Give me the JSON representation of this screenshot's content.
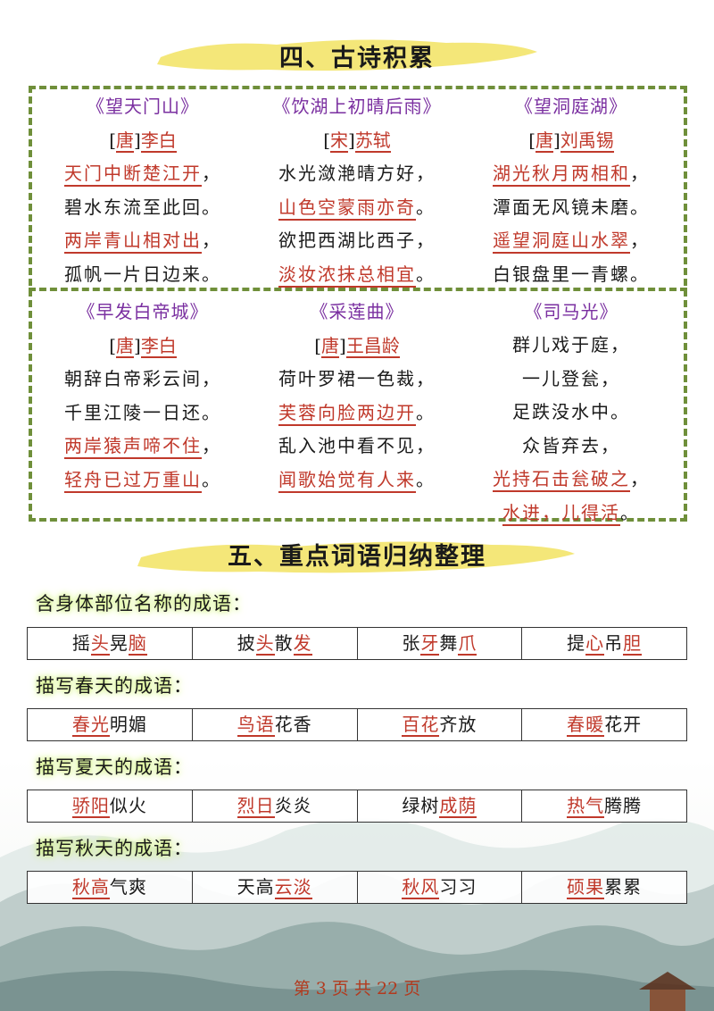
{
  "section4": {
    "title": "四、古诗积累"
  },
  "poems": [
    {
      "title": "《望天门山》",
      "dynasty": "唐",
      "author": "李白",
      "lines": [
        {
          "text": "天门中断楚江开",
          "punct": "，",
          "hl": true
        },
        {
          "text": "碧水东流至此回",
          "punct": "。",
          "hl": false
        },
        {
          "text": "两岸青山相对出",
          "punct": "，",
          "hl": true
        },
        {
          "text": "孤帆一片日边来",
          "punct": "。",
          "hl": false
        }
      ]
    },
    {
      "title": "《饮湖上初晴后雨》",
      "dynasty": "宋",
      "author": "苏轼",
      "lines": [
        {
          "text": "水光潋滟晴方好",
          "punct": "，",
          "hl": false
        },
        {
          "text": "山色空蒙雨亦奇",
          "punct": "。",
          "hl": true
        },
        {
          "text": "欲把西湖比西子",
          "punct": "，",
          "hl": false
        },
        {
          "text": "淡妆浓抹总相宜",
          "punct": "。",
          "hl": true
        }
      ]
    },
    {
      "title": "《望洞庭湖》",
      "dynasty": "唐",
      "author": "刘禹锡",
      "lines": [
        {
          "text": "湖光秋月两相和",
          "punct": "，",
          "hl": true
        },
        {
          "text": "潭面无风镜未磨",
          "punct": "。",
          "hl": false
        },
        {
          "text": "遥望洞庭山水翠",
          "punct": "，",
          "hl": true
        },
        {
          "text": "白银盘里一青螺",
          "punct": "。",
          "hl": false
        }
      ]
    },
    {
      "title": "《早发白帝城》",
      "dynasty": "唐",
      "author": "李白",
      "lines": [
        {
          "text": "朝辞白帝彩云间",
          "punct": "，",
          "hl": false
        },
        {
          "text": "千里江陵一日还",
          "punct": "。",
          "hl": false
        },
        {
          "text": "两岸猿声啼不住",
          "punct": "，",
          "hl": true
        },
        {
          "text": "轻舟已过万重山",
          "punct": "。",
          "hl": true
        }
      ]
    },
    {
      "title": "《采莲曲》",
      "dynasty": "唐",
      "author": "王昌龄",
      "lines": [
        {
          "text": "荷叶罗裙一色裁",
          "punct": "，",
          "hl": false
        },
        {
          "text": "芙蓉向脸两边开",
          "punct": "。",
          "hl": true
        },
        {
          "text": "乱入池中看不见",
          "punct": "，",
          "hl": false
        },
        {
          "text": "闻歌始觉有人来",
          "punct": "。",
          "hl": true
        }
      ]
    },
    {
      "title": "《司马光》",
      "dynasty": "",
      "author": "",
      "lines": [
        {
          "text": "群儿戏于庭",
          "punct": "，",
          "hl": false
        },
        {
          "text": "一儿登瓮",
          "punct": "，",
          "hl": false
        },
        {
          "text": "足跌没水中",
          "punct": "。",
          "hl": false
        },
        {
          "text": "众皆弃去",
          "punct": "，",
          "hl": false
        },
        {
          "text": "光持石击瓮破之",
          "punct": "，",
          "hl": true
        },
        {
          "text": "水进，儿得活",
          "punct": "。",
          "hl": true
        }
      ]
    }
  ],
  "section5": {
    "title": "五、重点词语归纳整理"
  },
  "idiom_groups": [
    {
      "label": "含身体部位名称的成语：",
      "items": [
        [
          {
            "t": "摇",
            "r": false
          },
          {
            "t": "头",
            "r": true
          },
          {
            "t": "晃",
            "r": false
          },
          {
            "t": "脑",
            "r": true
          }
        ],
        [
          {
            "t": "披",
            "r": false
          },
          {
            "t": "头",
            "r": true
          },
          {
            "t": "散",
            "r": false
          },
          {
            "t": "发",
            "r": true
          }
        ],
        [
          {
            "t": "张",
            "r": false
          },
          {
            "t": "牙",
            "r": true
          },
          {
            "t": "舞",
            "r": false
          },
          {
            "t": "爪",
            "r": true
          }
        ],
        [
          {
            "t": "提",
            "r": false
          },
          {
            "t": "心",
            "r": true
          },
          {
            "t": "吊",
            "r": false
          },
          {
            "t": "胆",
            "r": true
          }
        ]
      ]
    },
    {
      "label": "描写春天的成语：",
      "items": [
        [
          {
            "t": "春光",
            "r": true
          },
          {
            "t": "明媚",
            "r": false
          }
        ],
        [
          {
            "t": "鸟语",
            "r": true
          },
          {
            "t": "花香",
            "r": false
          }
        ],
        [
          {
            "t": "百花",
            "r": true
          },
          {
            "t": "齐放",
            "r": false
          }
        ],
        [
          {
            "t": "春暖",
            "r": true
          },
          {
            "t": "花开",
            "r": false
          }
        ]
      ]
    },
    {
      "label": "描写夏天的成语：",
      "items": [
        [
          {
            "t": "骄阳",
            "r": true
          },
          {
            "t": "似火",
            "r": false
          }
        ],
        [
          {
            "t": "烈日",
            "r": true
          },
          {
            "t": "炎炎",
            "r": false
          }
        ],
        [
          {
            "t": "绿树",
            "r": false
          },
          {
            "t": "成荫",
            "r": true
          }
        ],
        [
          {
            "t": "热气",
            "r": true
          },
          {
            "t": "腾腾",
            "r": false
          }
        ]
      ]
    },
    {
      "label": "描写秋天的成语：",
      "items": [
        [
          {
            "t": "秋高",
            "r": true
          },
          {
            "t": "气爽",
            "r": false
          }
        ],
        [
          {
            "t": "天高",
            "r": false
          },
          {
            "t": "云淡",
            "r": true
          }
        ],
        [
          {
            "t": "秋风",
            "r": true
          },
          {
            "t": "习习",
            "r": false
          }
        ],
        [
          {
            "t": "硕果",
            "r": true
          },
          {
            "t": "累累",
            "r": false
          }
        ]
      ]
    }
  ],
  "footer": {
    "text": "第 3 页 共 22 页"
  },
  "colors": {
    "accent_red": "#c0392b",
    "title_purple": "#7a2fa0",
    "frame_green": "#6f8f3a",
    "brush_yellow": "#f3e46a"
  }
}
